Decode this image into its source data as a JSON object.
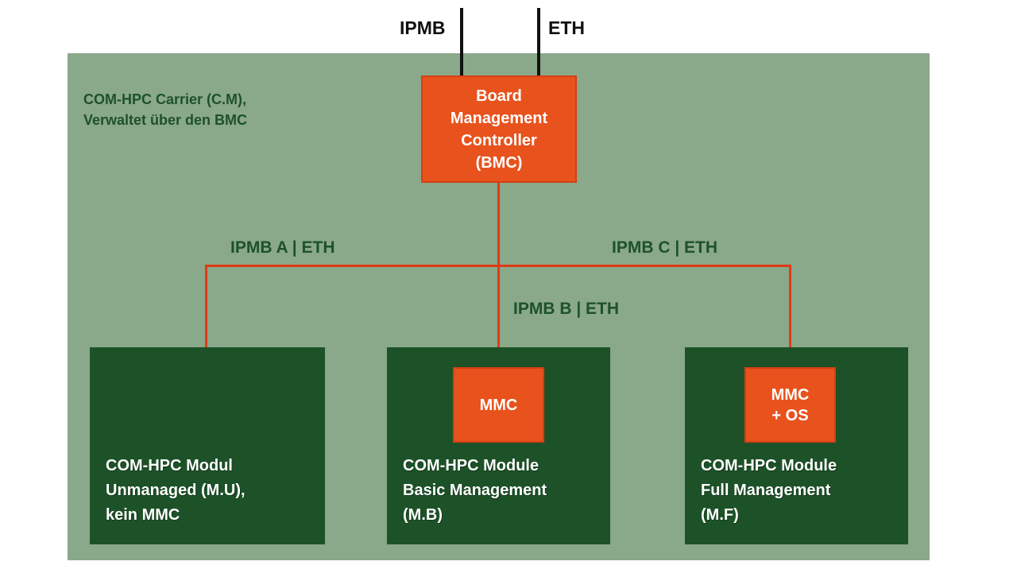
{
  "diagram": {
    "top_buses": {
      "ipmb_label": "IPMB",
      "eth_label": "ETH"
    },
    "carrier": {
      "label_line1": "COM-HPC Carrier (C.M),",
      "label_line2": "Verwaltet über den BMC"
    },
    "bmc": {
      "line1": "Board",
      "line2": "Management",
      "line3": "Controller",
      "line4": "(BMC)"
    },
    "bus_labels": {
      "a": "IPMB A | ETH",
      "b": "IPMB B | ETH",
      "c": "IPMB C | ETH"
    },
    "modules": {
      "unmanaged": {
        "line1": "COM-HPC Modul",
        "line2": "Unmanaged (M.U),",
        "line3": "kein MMC"
      },
      "basic": {
        "chip": "MMC",
        "line1": "COM-HPC Module",
        "line2": "Basic Management",
        "line3": "(M.B)"
      },
      "full": {
        "chip_line1": "MMC",
        "chip_line2": "+ OS",
        "line1": "COM-HPC Module",
        "line2": "Full Management",
        "line3": "(M.F)"
      }
    },
    "colors": {
      "carrier_bg": "#8aa88a",
      "module_bg": "#1d5228",
      "orange_box": "#e8521d",
      "red_line": "#e03a17",
      "text_green": "#1d5228",
      "text_white": "#ffffff",
      "black_line": "#111111"
    }
  }
}
